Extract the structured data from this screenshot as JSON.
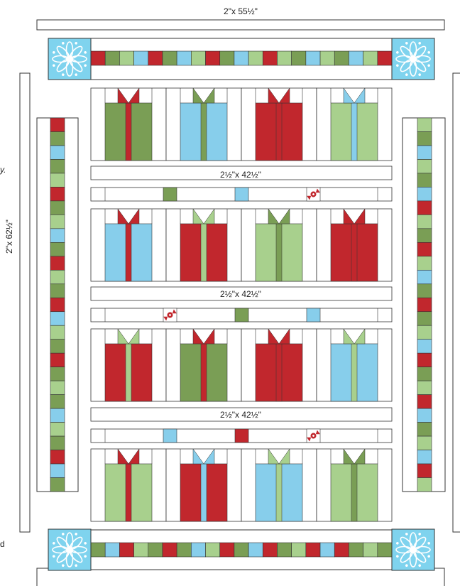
{
  "labels": {
    "top_border": "2\"x 55½\"",
    "sashing": "2½\"x 42½\"",
    "side_border": "2\"x 62½\"",
    "stray_left": "y.",
    "stray_bottom": "d"
  },
  "colors": {
    "red": "#c1272d",
    "dark_green": "#7a9e55",
    "light_green": "#a8d08d",
    "blue": "#87ceeb",
    "ice": "#7fd3ee",
    "white": "#ffffff",
    "outline": "#333333"
  },
  "present_rows": [
    [
      {
        "box": "dark_green",
        "ribbon": "red"
      },
      {
        "box": "blue",
        "ribbon": "dark_green"
      },
      {
        "box": "red",
        "ribbon": "red"
      },
      {
        "box": "light_green",
        "ribbon": "blue"
      }
    ],
    [
      {
        "box": "blue",
        "ribbon": "red"
      },
      {
        "box": "red",
        "ribbon": "light_green"
      },
      {
        "box": "light_green",
        "ribbon": "dark_green"
      },
      {
        "box": "red",
        "ribbon": "red"
      }
    ],
    [
      {
        "box": "red",
        "ribbon": "light_green"
      },
      {
        "box": "dark_green",
        "ribbon": "red"
      },
      {
        "box": "red",
        "ribbon": "red"
      },
      {
        "box": "blue",
        "ribbon": "light_green"
      }
    ],
    [
      {
        "box": "light_green",
        "ribbon": "red"
      },
      {
        "box": "red",
        "ribbon": "blue"
      },
      {
        "box": "blue",
        "ribbon": "light_green"
      },
      {
        "box": "light_green",
        "ribbon": "dark_green"
      }
    ]
  ],
  "spacer_rows": [
    [
      "dark_green",
      "blue",
      "candy"
    ],
    [
      "candy",
      "dark_green",
      "blue"
    ],
    [
      "blue",
      "red",
      "candy"
    ]
  ],
  "top_strip": [
    "red",
    "dark_green",
    "light_green",
    "blue",
    "red",
    "dark_green",
    "blue",
    "light_green",
    "red",
    "dark_green",
    "blue",
    "light_green",
    "red",
    "light_green",
    "dark_green",
    "blue",
    "light_green",
    "dark_green",
    "blue",
    "light_green",
    "red"
  ],
  "bottom_strip": [
    "dark_green",
    "blue",
    "red",
    "light_green",
    "dark_green",
    "red",
    "dark_green",
    "blue",
    "light_green",
    "red",
    "dark_green",
    "blue",
    "red",
    "dark_green",
    "light_green",
    "red",
    "blue",
    "red",
    "dark_green",
    "light_green",
    "dark_green"
  ],
  "left_strip": [
    "red",
    "dark_green",
    "blue",
    "dark_green",
    "light_green",
    "red",
    "dark_green",
    "light_green",
    "blue",
    "dark_green",
    "red",
    "light_green",
    "dark_green",
    "red",
    "blue",
    "light_green",
    "dark_green",
    "red",
    "dark_green",
    "light_green",
    "dark_green",
    "blue",
    "light_green",
    "dark_green",
    "red",
    "blue",
    "dark_green"
  ],
  "right_strip": [
    "light_green",
    "dark_green",
    "blue",
    "light_green",
    "dark_green",
    "blue",
    "red",
    "light_green",
    "dark_green",
    "red",
    "light_green",
    "blue",
    "dark_green",
    "red",
    "dark_green",
    "light_green",
    "blue",
    "red",
    "dark_green",
    "light_green",
    "red",
    "blue",
    "dark_green",
    "light_green",
    "blue",
    "red",
    "light_green"
  ]
}
